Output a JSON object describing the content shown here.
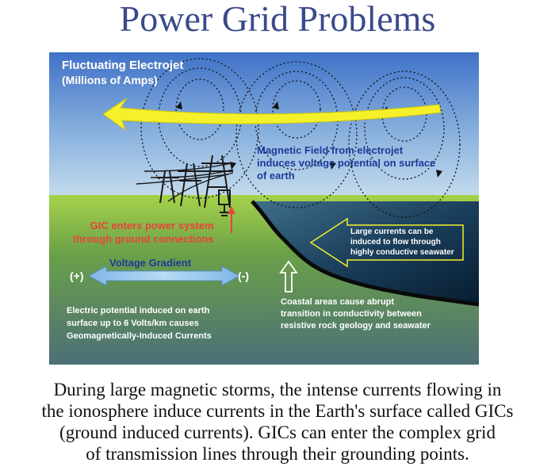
{
  "title": "Power Grid Problems",
  "diagram": {
    "electrojet_title": "Fluctuating Electrojet",
    "electrojet_sub": "(Millions of Amps)",
    "magnetic_field": [
      "Magnetic Field from electrojet",
      "induces voltage potential on surface",
      "of earth"
    ],
    "gic_enters": [
      "GIC enters power system",
      "through ground connections"
    ],
    "large_currents": [
      "Large currents can be",
      "induced to flow through",
      "highly conductive seawater"
    ],
    "voltage_gradient": "Voltage Gradient",
    "plus_label": "(+)",
    "minus_label": "(-)",
    "electric_potential": [
      "Electric potential induced on earth",
      "surface up to 6 Volts/km causes",
      "Geomagnetically-Induced Currents"
    ],
    "coastal": [
      "Coastal areas cause abrupt",
      "transition in conductivity between",
      "resistive rock geology and seawater"
    ],
    "colors": {
      "sky_top": "#3f72c8",
      "sky_bottom": "#bcd6ea",
      "ground": "#95c83c",
      "sea": "#0a2d4a",
      "electrojet": "#f4f02a",
      "gic_text": "#e8433a",
      "blue_text": "#1e3a9a"
    }
  },
  "caption": [
    "During large magnetic storms, the intense currents flowing in",
    "the ionosphere induce currents in the Earth's surface called GICs",
    "(ground induced currents). GICs can enter the complex grid",
    "of transmission lines through their grounding points."
  ]
}
